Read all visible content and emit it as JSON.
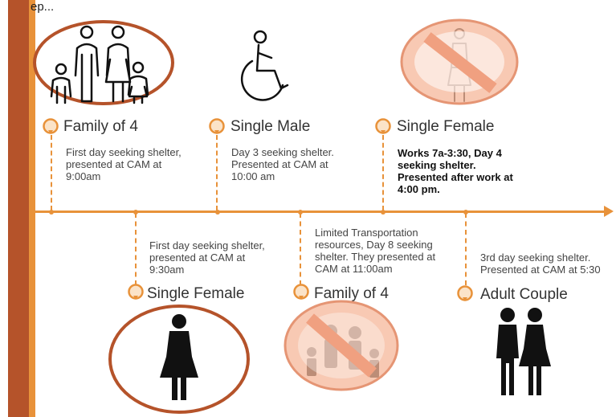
{
  "header": {
    "fragment": "ep..."
  },
  "colors": {
    "accent": "#e8923a",
    "dark_accent": "#b5532a",
    "ring": "#b5532a",
    "no_sign": "#f2a98a"
  },
  "events": [
    {
      "id": "e1",
      "label": "Family of 4",
      "description": "First day seeking shelter,\npresented at CAM at\n9:00am",
      "icon": "family-icon",
      "marker": "circled"
    },
    {
      "id": "e2",
      "label": "Single Male",
      "description": "Day 3 seeking shelter.\nPresented at CAM at\n10:00 am",
      "icon": "wheelchair-icon",
      "marker": "none"
    },
    {
      "id": "e3",
      "label": "Single Female",
      "description": "Works 7a-3:30, Day 4\nseeking shelter.\nPresented after work at\n4:00 pm.",
      "icon": "female-icon",
      "marker": "prohibited"
    },
    {
      "id": "e4",
      "label": "Single Female",
      "description": "First day seeking shelter,\npresented at CAM at\n9:30am",
      "icon": "female-icon",
      "marker": "circled"
    },
    {
      "id": "e5",
      "label": "Family of 4",
      "description": "Limited Transportation\nresources, Day 8 seeking\nshelter. They presented at\nCAM at 11:00am",
      "icon": "family-icon",
      "marker": "prohibited"
    },
    {
      "id": "e6",
      "label": "Adult Couple",
      "description": "3rd day seeking shelter.\nPresented at CAM at 5:30",
      "icon": "couple-icon",
      "marker": "none"
    }
  ]
}
